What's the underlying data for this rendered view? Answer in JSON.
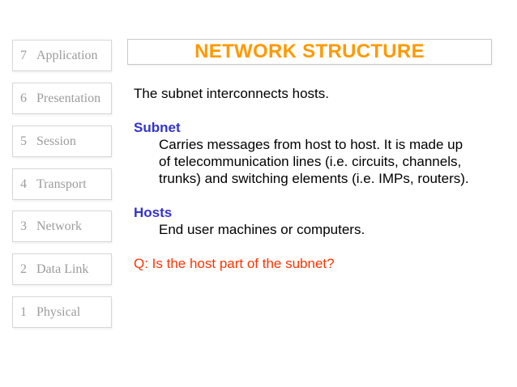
{
  "page": {
    "background_color": "#ffffff"
  },
  "osi_layers": {
    "text_color": "#9c9c9c",
    "border_color": "#d6d6d6",
    "items": [
      {
        "number": "7",
        "name": "Application"
      },
      {
        "number": "6",
        "name": "Presentation"
      },
      {
        "number": "5",
        "name": "Session"
      },
      {
        "number": "4",
        "name": "Transport"
      },
      {
        "number": "3",
        "name": "Network"
      },
      {
        "number": "2",
        "name": "Data Link"
      },
      {
        "number": "1",
        "name": "Physical"
      }
    ]
  },
  "title": {
    "text": "NETWORK STRUCTURE",
    "color": "#ff9900"
  },
  "content": {
    "intro": "The subnet interconnects hosts.",
    "heading_color": "#3333cc",
    "sections": [
      {
        "heading": "Subnet",
        "lines": [
          "Carries messages from host to host. It is made up",
          "of telecommunication lines (i.e. circuits, channels,",
          "trunks) and switching elements (i.e. IMPs, routers)."
        ]
      },
      {
        "heading": "Hosts",
        "lines": [
          "End user machines or computers."
        ]
      }
    ],
    "question": "Q: Is the host part of the subnet?",
    "question_color": "#ff3300"
  }
}
